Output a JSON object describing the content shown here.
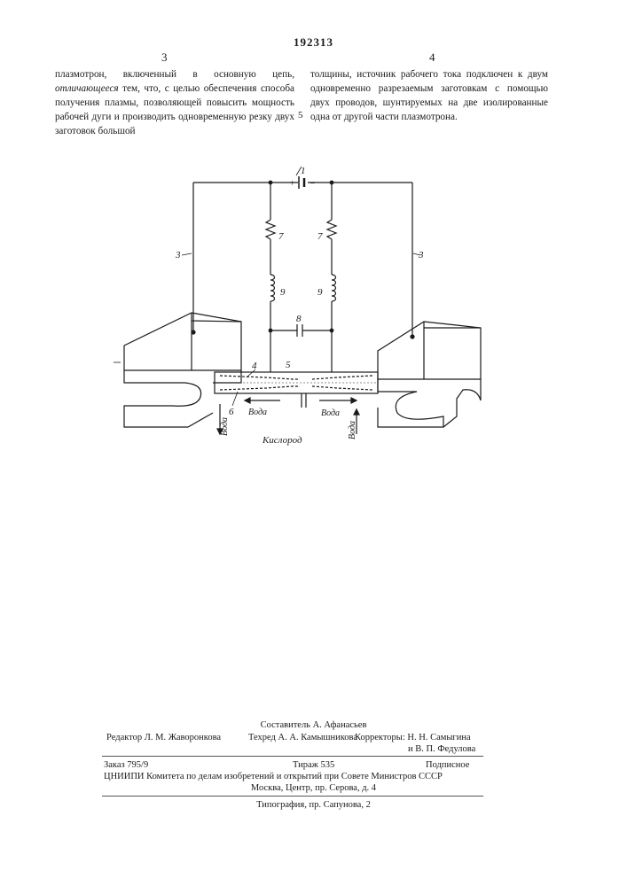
{
  "header": {
    "patent_number": "192313",
    "page_left": "3",
    "page_right": "4"
  },
  "text": {
    "col_left_1": "плазмотрон, включенный в основную цепь,",
    "col_left_italic": "отличающееся",
    "col_left_2": "тем, что, с целью обеспечения способа получения плазмы, позволяющей повысить мощность рабочей дуги и производить одновременную резку двух заготовок большой",
    "col_right": "толщины, источник рабочего тока подключен к двум одновременно разрезаемым заготовкам с помощью двух проводов, шунтируемых на две изолированные одна от другой части плазмотрона.",
    "line_marker": "5"
  },
  "figure": {
    "labels": {
      "source": "1",
      "wire_left": "3",
      "wire_right": "3",
      "inductor_left": "7",
      "inductor_right": "7",
      "coil_left": "9",
      "coil_right": "9",
      "capacitor": "8",
      "nozzle_4": "4",
      "nozzle_5": "5",
      "nozzle_6": "6",
      "plus": "+",
      "minus": "−",
      "water_1": "Вода",
      "water_2": "Вода",
      "water_3": "Вода",
      "water_4": "Вода",
      "oxygen": "Кислород"
    }
  },
  "colophon": {
    "compiler": "Составитель А. Афанасьев",
    "editor": "Редактор Л. М. Жаворонкова",
    "techred": "Техред А. А. Камышникова",
    "correctors_1": "Корректоры: Н. Н. Самыгина",
    "correctors_2": "и В. П. Федулова",
    "order": "Заказ 795/9",
    "circulation": "Тираж 535",
    "subscription": "Подписное",
    "institute": "ЦНИИПИ Комитета по делам изобретений и открытий при Совете Министров СССР",
    "address": "Москва, Центр, пр. Серова, д. 4",
    "printing": "Типография, пр. Сапунова, 2"
  }
}
